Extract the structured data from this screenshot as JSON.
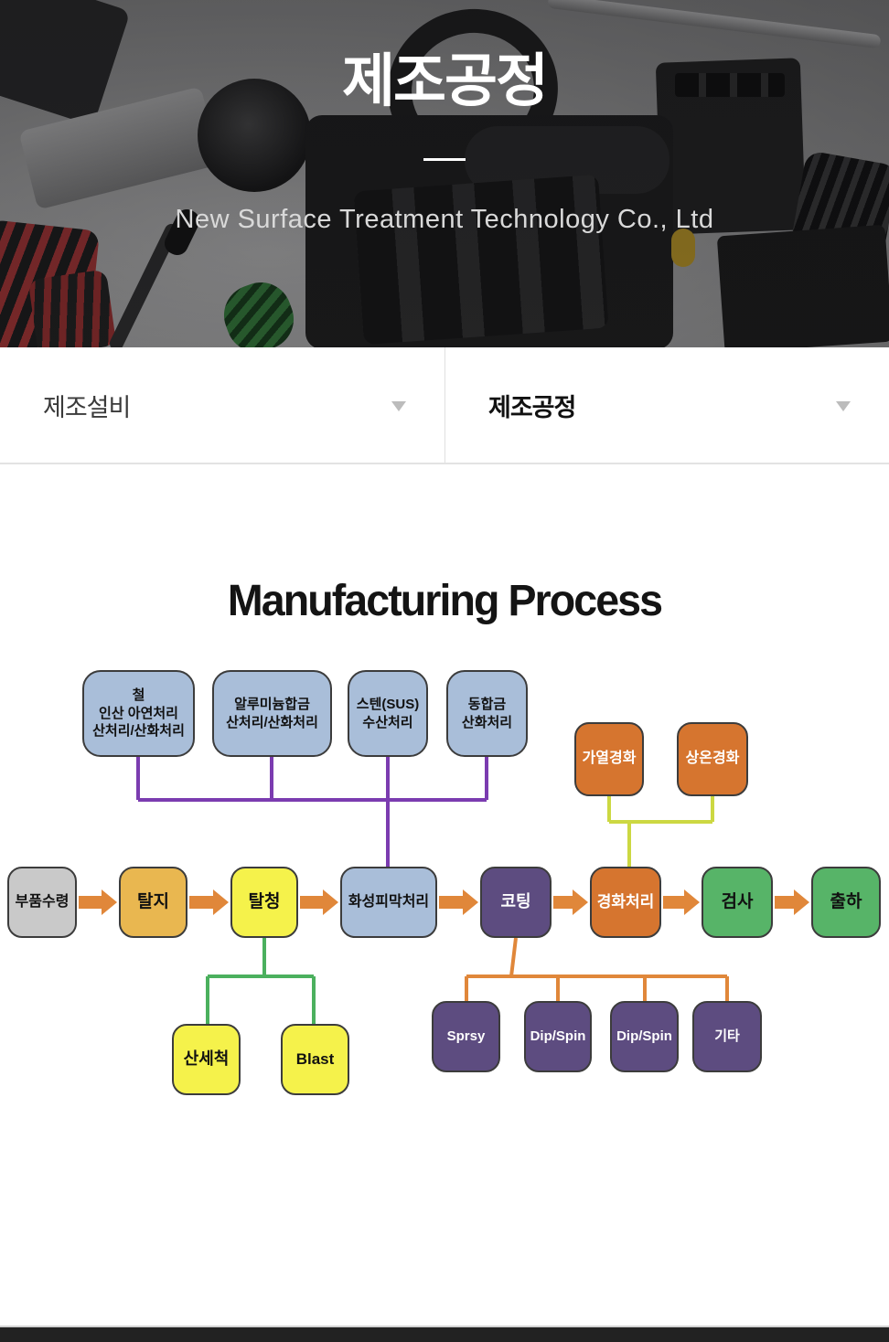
{
  "hero": {
    "title": "제조공정",
    "subtitle": "New Surface Treatment Technology Co., Ltd"
  },
  "menu": {
    "items": [
      {
        "label": "제조설비",
        "selected": false
      },
      {
        "label": "제조공정",
        "selected": true
      }
    ],
    "caret_icon": "chevron-down"
  },
  "section": {
    "title": "Manufacturing Process"
  },
  "diagram": {
    "pretreatment_branches": [
      "철\n인산 아연처리\n산처리/산화처리",
      "알루미늄합금\n산처리/산화처리",
      "스텐(SUS)\n수산처리",
      "동합금\n산화처리"
    ],
    "curing_branches": [
      "가열경화",
      "상온경화"
    ],
    "main_flow": [
      "부품수령",
      "탈지",
      "탈청",
      "화성피막처리",
      "코팅",
      "경화처리",
      "검사",
      "출하"
    ],
    "derusting_methods": [
      "산세척",
      "Blast"
    ],
    "coating_methods": [
      "Sprsy",
      "Dip/Spin",
      "Dip/Spin",
      "기타"
    ],
    "colors": {
      "pretreatment_box": "#a9bed9",
      "receive_box": "#c9c9c9",
      "degrease_box": "#e9b750",
      "derust_box": "#f5f24b",
      "coating_box": "#5d4c80",
      "curing_box": "#d6752f",
      "inspect_ship_box": "#57b468",
      "flow_arrow": "#e0873a",
      "line_pretreatment": "#7b3cb0",
      "line_curing": "#ccd842",
      "line_derust": "#4bb05e",
      "line_coating": "#e0873a",
      "footer_bar": "#222222"
    }
  }
}
